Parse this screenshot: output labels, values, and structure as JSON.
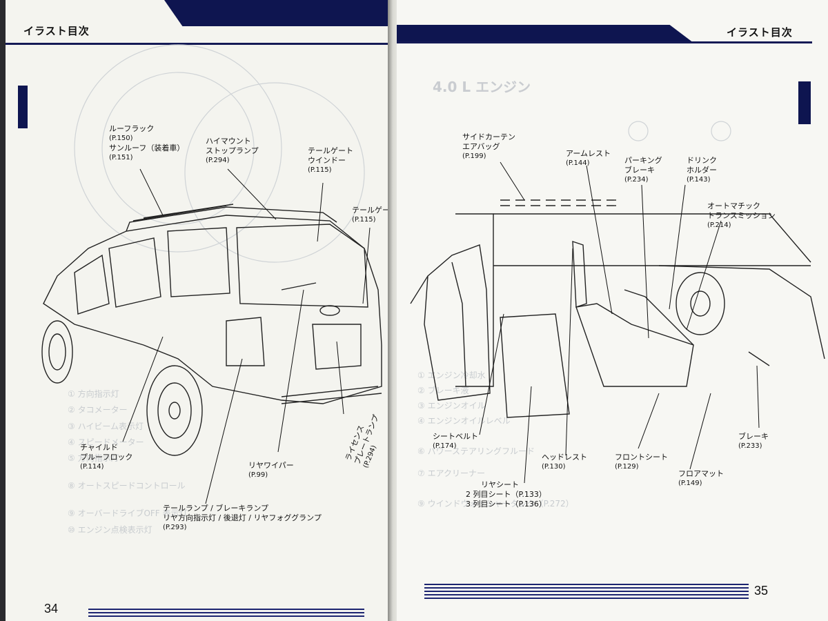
{
  "header": {
    "left_title": "イラスト目次",
    "right_title": "イラスト目次"
  },
  "left_page": {
    "page_number": "34",
    "labels": [
      {
        "text": "ルーフラック",
        "page": "(P.150)"
      },
      {
        "text": "サンルーフ（装着車）",
        "page": "(P.151)"
      },
      {
        "text": "ハイマウント",
        "text2": "ストップランプ",
        "page": "(P.294)"
      },
      {
        "text": "テールゲート",
        "text2": "ウインドー",
        "page": "(P.115)"
      },
      {
        "text": "テールゲート",
        "page": "(P.115)"
      },
      {
        "text": "チャイルド",
        "text2": "プルーフロック",
        "page": "(P.114)"
      },
      {
        "text": "リヤワイパー",
        "page": "(P.99)"
      },
      {
        "text": "ライセンス",
        "text2": "プレートランプ",
        "page": "(P.294)"
      },
      {
        "text": "テールランプ / ブレーキランプ",
        "text2": "リヤ方向指示灯 / 後退灯 / リヤフォググランプ",
        "page": "(P.293)"
      }
    ]
  },
  "right_page": {
    "page_number": "35",
    "faint_heading": "4.0 L エンジン",
    "labels": [
      {
        "text": "サイドカーテン",
        "text2": "エアバッグ",
        "page": "(P.199)"
      },
      {
        "text": "アームレスト",
        "page": "(P.144)"
      },
      {
        "text": "パーキング",
        "text2": "ブレーキ",
        "page": "(P.234)"
      },
      {
        "text": "ドリンク",
        "text2": "ホルダー",
        "page": "(P.143)"
      },
      {
        "text": "オートマチック",
        "text2": "トランスミッション",
        "page": "(P.214)"
      },
      {
        "text": "シートベルト",
        "page": "(P.174)"
      },
      {
        "text": "ヘッドレスト",
        "page": "(P.130)"
      },
      {
        "text": "フロントシート",
        "page": "(P.129)"
      },
      {
        "text": "フロアマット",
        "page": "(P.149)"
      },
      {
        "text": "ブレーキ",
        "page": "(P.233)"
      },
      {
        "text": "リヤシート",
        "text2": "2 列目シート（P.133）",
        "text3": "3 列目シート（P.136）"
      }
    ]
  },
  "colors": {
    "navy": "#0e1550",
    "paper": "#f6f6f2",
    "ink": "#111111"
  }
}
